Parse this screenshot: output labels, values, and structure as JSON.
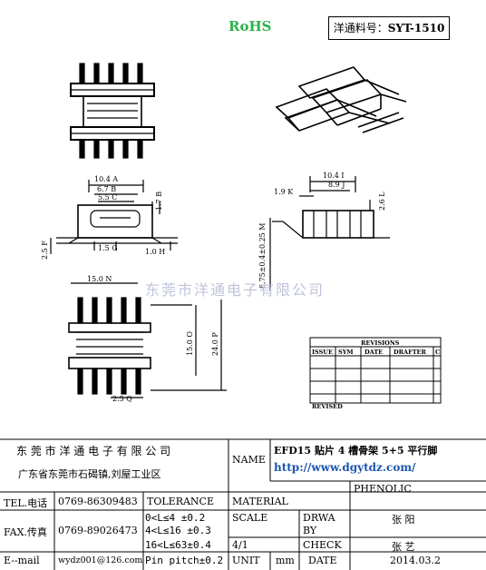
{
  "header": {
    "rohs": "RoHS",
    "part_number_label": "洋通料号",
    "part_number": "SYT-1510"
  },
  "watermark": "东莞市洋通电子有限公司",
  "dimensions": {
    "w_a": "10.4 A",
    "w_b": "6.7 B",
    "w_c": "5.5 C",
    "h_17": "1.7 B",
    "h_25": "2.5 F",
    "p_15": "1.5 G",
    "p_10": "1.0 H",
    "side_104": "10.4 I",
    "side_89": "8.9 J",
    "side_19": "1.9 K",
    "side_26": "2.6 L",
    "side_vert": "8.75±0.4±0.25 M",
    "bot_150w": "15.0 N",
    "bot_150h": "15.0 O",
    "bot_240": "24.0 P",
    "bot_25": "2.5 Q"
  },
  "revisions": {
    "title": "REVISIONS",
    "columns": [
      "ISSUE",
      "SYM",
      "DATE",
      "DRAFTER",
      "C"
    ],
    "footer": "REVISED"
  },
  "title_block": {
    "company": "东 莞 市 洋 通 电 子 有 限 公 司",
    "address": "广东省东莞市石碣镇,刘屋工业区",
    "name_label": "NAME",
    "name_value": "EFD15 贴片 4 槽骨架 5+5 平行脚",
    "url": "http://www.dgytdz.com/",
    "phenolic": "PHENOLIC",
    "tel_label": "TEL.电话",
    "tel": "0769-86309483",
    "tolerance_label": "TOLERANCE",
    "material_label": "MATERIAL",
    "fax_label": "FAX.传真",
    "fax": "0769-89026473",
    "tol1": "0<L≤4  ±0.2",
    "tol2": "4<L≤16 ±0.3",
    "tol3": "16<L≤63±0.4",
    "tol4": "Pin pitch±0.2",
    "scale_label": "SCALE",
    "scale": "4/1",
    "drawn_by_label1": "DRWA",
    "drawn_by_label2": "BY",
    "drawn_by": "张 阳",
    "check_label": "CHECK",
    "checked_by": "张 艺",
    "email_label": "E--mail",
    "email": "wydz001@126.com",
    "unit_label": "UNIT",
    "unit": "mm",
    "date_label": "DATE",
    "date": "2014.03.2"
  }
}
